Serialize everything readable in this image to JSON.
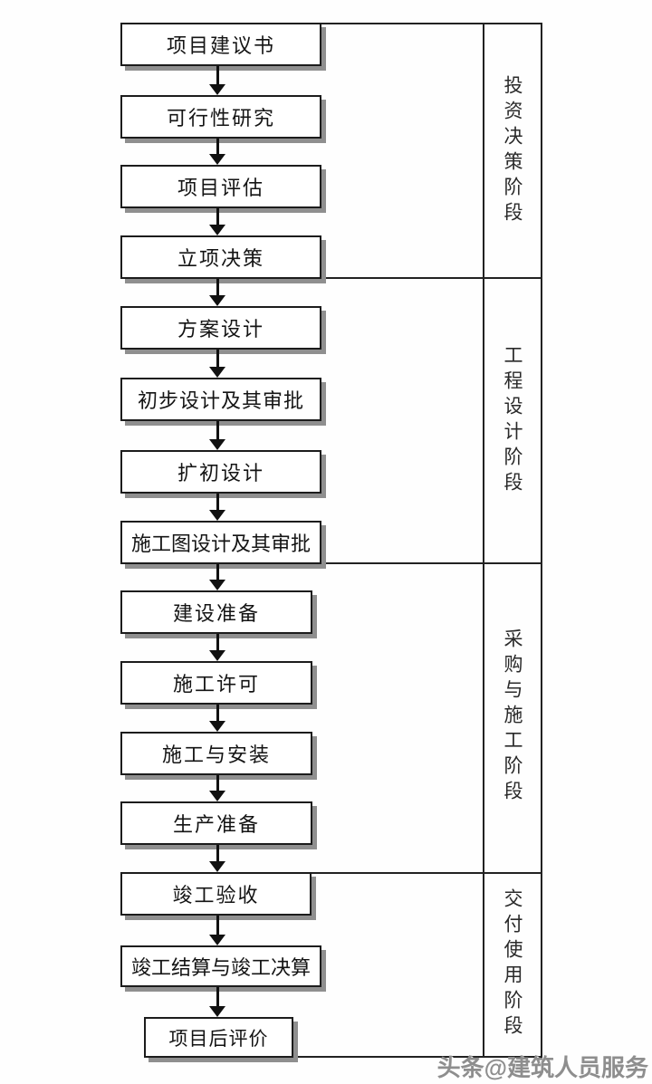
{
  "flow": {
    "steps": [
      {
        "label": "项目建议书"
      },
      {
        "label": "可行性研究"
      },
      {
        "label": "项目评估"
      },
      {
        "label": "立项决策"
      },
      {
        "label": "方案设计"
      },
      {
        "label": "初步设计及其审批"
      },
      {
        "label": "扩初设计"
      },
      {
        "label": "施工图设计及其审批"
      },
      {
        "label": "建设准备"
      },
      {
        "label": "施工许可"
      },
      {
        "label": "施工与安装"
      },
      {
        "label": "生产准备"
      },
      {
        "label": "竣工验收"
      },
      {
        "label": "竣工结算与竣工决算"
      },
      {
        "label": "项目后评价"
      }
    ],
    "phases": [
      {
        "label": "投资决策阶段"
      },
      {
        "label": "工程设计阶段"
      },
      {
        "label": "采购与施工阶段"
      },
      {
        "label": "交付使用阶段"
      }
    ]
  },
  "watermark": {
    "text": "头条@建筑人员服务"
  },
  "colors": {
    "line": "#1c1c1c",
    "box_shadow": "#8f8f8f",
    "watermark_gray": "#8e8e8e",
    "background": "#ffffff"
  }
}
